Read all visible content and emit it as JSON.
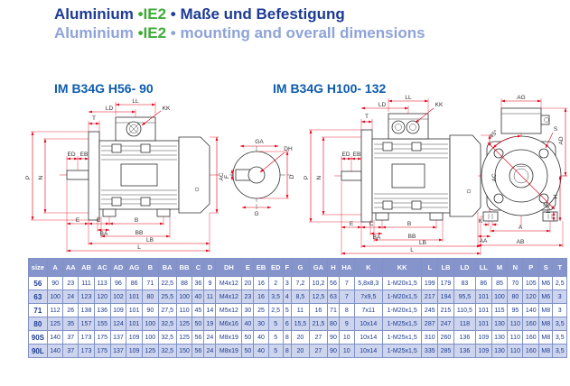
{
  "header": {
    "line1": {
      "brand": "Aluminium",
      "ie": "•IE2",
      "rest": "• Maße und Befestigung"
    },
    "line2": {
      "brand": "Aluminium",
      "ie": "•IE2",
      "rest": "• mounting and overall dimensions"
    }
  },
  "drawings": {
    "left_title": "IM B34G H56- 90",
    "right_title": "IM B34G H100- 132"
  },
  "dim_labels": {
    "LL": "LL",
    "LD": "LD",
    "KK": "KK",
    "T": "T",
    "ED": "ED",
    "EB": "EB",
    "P": "P",
    "N": "N",
    "E": "E",
    "C": "C",
    "BA": "BA",
    "B": "B",
    "BB": "BB",
    "LB": "LB",
    "L": "L",
    "AC": "AC",
    "GA": "GA",
    "DH": "DH",
    "F": "F",
    "D": "D",
    "G": "G",
    "AG": "AG",
    "ANGLE": "45°",
    "S": "S",
    "AD": "AD",
    "H": "H",
    "HA": "HA",
    "K": "K",
    "A": "A",
    "AA": "AA",
    "AB": "AB",
    "M": "M"
  },
  "table": {
    "columns": [
      "size",
      "A",
      "AA",
      "AB",
      "AC",
      "AD",
      "AG",
      "B",
      "BA",
      "BB",
      "C",
      "D",
      "DH",
      "E",
      "EB",
      "ED",
      "F",
      "G",
      "GA",
      "H",
      "HA",
      "K",
      "KK",
      "L",
      "LB",
      "LD",
      "LL",
      "M",
      "N",
      "P",
      "S",
      "T"
    ],
    "rows": [
      [
        "56",
        "90",
        "23",
        "111",
        "113",
        "96",
        "86",
        "71",
        "22,5",
        "88",
        "36",
        "9",
        "M4x12",
        "20",
        "16",
        "2",
        "3",
        "7,2",
        "10,2",
        "56",
        "7",
        "5,8x8,3",
        "1-M20x1,5",
        "199",
        "179",
        "83",
        "86",
        "85",
        "70",
        "105",
        "M6",
        "2,5"
      ],
      [
        "63",
        "100",
        "24",
        "123",
        "120",
        "102",
        "101",
        "80",
        "25,5",
        "100",
        "40",
        "11",
        "M4x12",
        "23",
        "16",
        "3,5",
        "4",
        "8,5",
        "12,5",
        "63",
        "7",
        "7x9,5",
        "1-M20x1,5",
        "217",
        "194",
        "95,5",
        "101",
        "100",
        "80",
        "120",
        "M6",
        "3"
      ],
      [
        "71",
        "112",
        "26",
        "138",
        "136",
        "109",
        "101",
        "90",
        "27,5",
        "110",
        "45",
        "14",
        "M5x12",
        "30",
        "25",
        "2,5",
        "5",
        "11",
        "16",
        "71",
        "8",
        "7x11",
        "1-M20x1,5",
        "245",
        "215",
        "110,5",
        "101",
        "115",
        "95",
        "140",
        "M8",
        "3"
      ],
      [
        "80",
        "125",
        "35",
        "157",
        "155",
        "124",
        "101",
        "100",
        "32,5",
        "125",
        "50",
        "19",
        "M6x16",
        "40",
        "30",
        "5",
        "6",
        "15,5",
        "21,5",
        "80",
        "9",
        "10x14",
        "1-M25x1,5",
        "287",
        "247",
        "118",
        "101",
        "130",
        "110",
        "160",
        "M8",
        "3,5"
      ],
      [
        "90S",
        "140",
        "37",
        "173",
        "175",
        "137",
        "109",
        "100",
        "32,5",
        "125",
        "56",
        "24",
        "M8x19",
        "50",
        "40",
        "5",
        "8",
        "20",
        "27",
        "90",
        "10",
        "10x14",
        "1-M25x1,5",
        "310",
        "260",
        "136",
        "109",
        "130",
        "110",
        "160",
        "M8",
        "3,5"
      ],
      [
        "90L",
        "140",
        "37",
        "173",
        "175",
        "137",
        "109",
        "125",
        "32,5",
        "150",
        "56",
        "24",
        "M8x19",
        "50",
        "40",
        "5",
        "8",
        "20",
        "27",
        "90",
        "10",
        "10x14",
        "1-M25x1,5",
        "335",
        "285",
        "136",
        "109",
        "130",
        "110",
        "160",
        "M8",
        "3,5"
      ]
    ]
  }
}
